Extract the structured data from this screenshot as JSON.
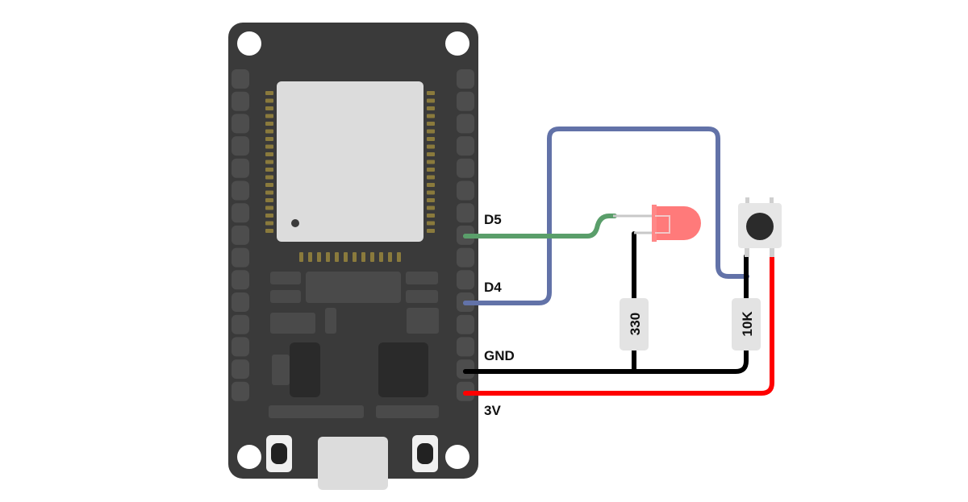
{
  "diagram": {
    "pins": {
      "d5": "D5",
      "d4": "D4",
      "gnd": "GND",
      "v3": "3V"
    },
    "resistors": {
      "led_resistor": "330",
      "button_resistor": "10K"
    }
  },
  "colors": {
    "board": "#3a3a3a",
    "chip": "#dcdcdc",
    "wire_d5": "#5a9e6a",
    "wire_d4": "#6272a8",
    "wire_gnd": "#000000",
    "wire_3v": "#ff0000",
    "led": "#ff6b6b",
    "resistor_body": "#e3e3e3"
  }
}
